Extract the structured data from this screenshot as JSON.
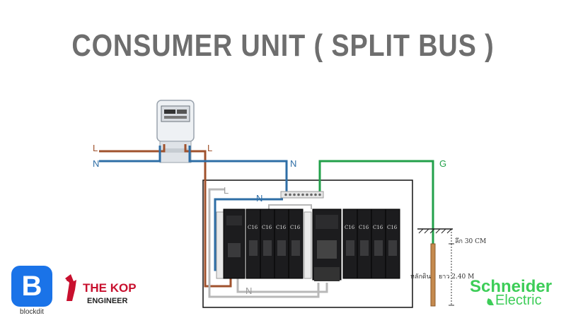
{
  "title": "CONSUMER UNIT ( SPLIT BUS )",
  "wire_labels": {
    "L_left": "L",
    "N_left": "N",
    "L_meter": "L",
    "N_top": "N",
    "G_top": "G",
    "L_inner": "L",
    "N_inner": "N",
    "N_bottom": "N"
  },
  "ground": {
    "depth_label": "ลึก 30 CM",
    "rod_label": "หลักดิน",
    "length_label": "ยาว 2.40 M"
  },
  "breaker_rating": "C16",
  "logos": {
    "blockdit_letter": "B",
    "blockdit_name": "blockdit",
    "kop_title": "THE KOP",
    "kop_subtitle": "ENGINEER",
    "schneider_line1": "Schneider",
    "schneider_line2": "Electric"
  },
  "colors": {
    "live": "#a0522d",
    "neutral": "#2e6ea6",
    "ground": "#22a04a",
    "inner_wire": "#b8b8b8",
    "title": "#6e6e6e"
  }
}
